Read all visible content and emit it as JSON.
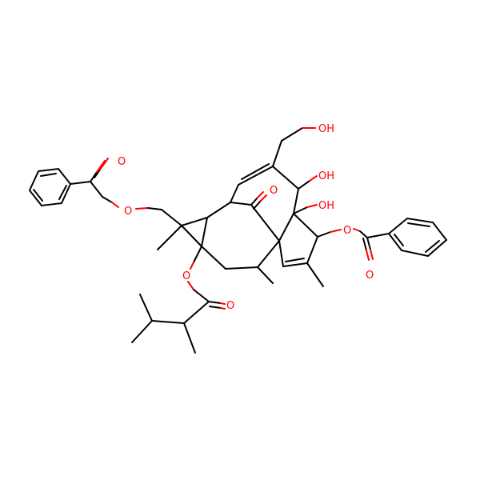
{
  "diagram": {
    "type": "chemical-structure",
    "colors": {
      "bond": "#000000",
      "heteroatom": "#ff0000",
      "background": "#ffffff"
    },
    "atom_labels": {
      "oh_hydroxymethyl": "OH",
      "oh_upper": "OH",
      "oh_lower": "OH",
      "o_ketone": "O",
      "o_left_benzoate_carbonyl": "O",
      "o_left_benzoate_ester": "O",
      "o_right_benzoate_ester": "O",
      "o_right_benzoate_carbonyl": "O",
      "o_butanoate_ester": "O",
      "o_butanoate_carbonyl": "O"
    }
  }
}
